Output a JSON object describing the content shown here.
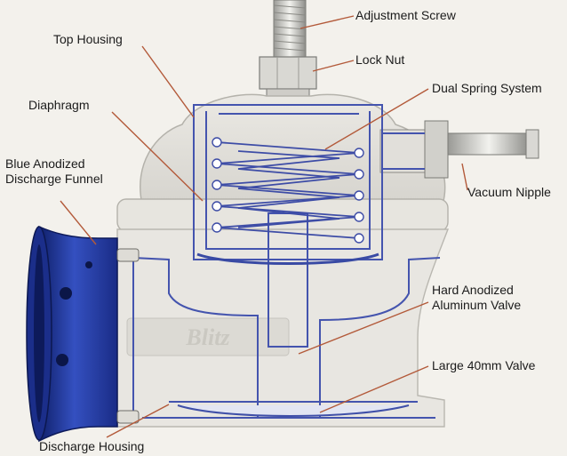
{
  "labels": {
    "adjustment_screw": "Adjustment Screw",
    "lock_nut": "Lock Nut",
    "top_housing": "Top Housing",
    "dual_spring_system": "Dual Spring System",
    "diaphragm": "Diaphragm",
    "blue_funnel": [
      "Blue Anodized",
      "Discharge Funnel"
    ],
    "vacuum_nipple": "Vacuum Nipple",
    "hard_anodized_valve": [
      "Hard Anodized",
      "Aluminum Valve"
    ],
    "large_valve": "Large 40mm Valve",
    "discharge_housing": "Discharge Housing"
  },
  "part_marking": "Blitz",
  "colors": {
    "background": "#f3f1ec",
    "housing": "#e4e2dc",
    "outline_blue": "#3f4fa8",
    "funnel_blue": "#2a3fa0",
    "leader": "#b35a3a"
  }
}
